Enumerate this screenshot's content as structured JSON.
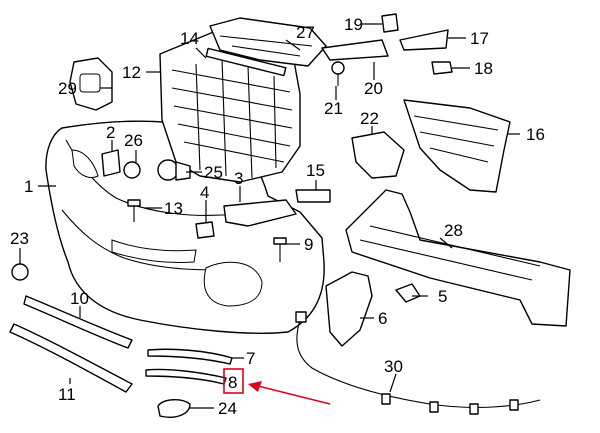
{
  "diagram": {
    "callouts": [
      "1",
      "2",
      "3",
      "4",
      "5",
      "6",
      "7",
      "8",
      "9",
      "10",
      "11",
      "12",
      "13",
      "14",
      "15",
      "16",
      "17",
      "18",
      "19",
      "20",
      "21",
      "22",
      "23",
      "24",
      "25",
      "26",
      "27",
      "28",
      "29",
      "30"
    ],
    "highlighted_callout": "8",
    "highlight_color": "#e0001b",
    "line_color": "#000000",
    "background_color": "#ffffff"
  }
}
